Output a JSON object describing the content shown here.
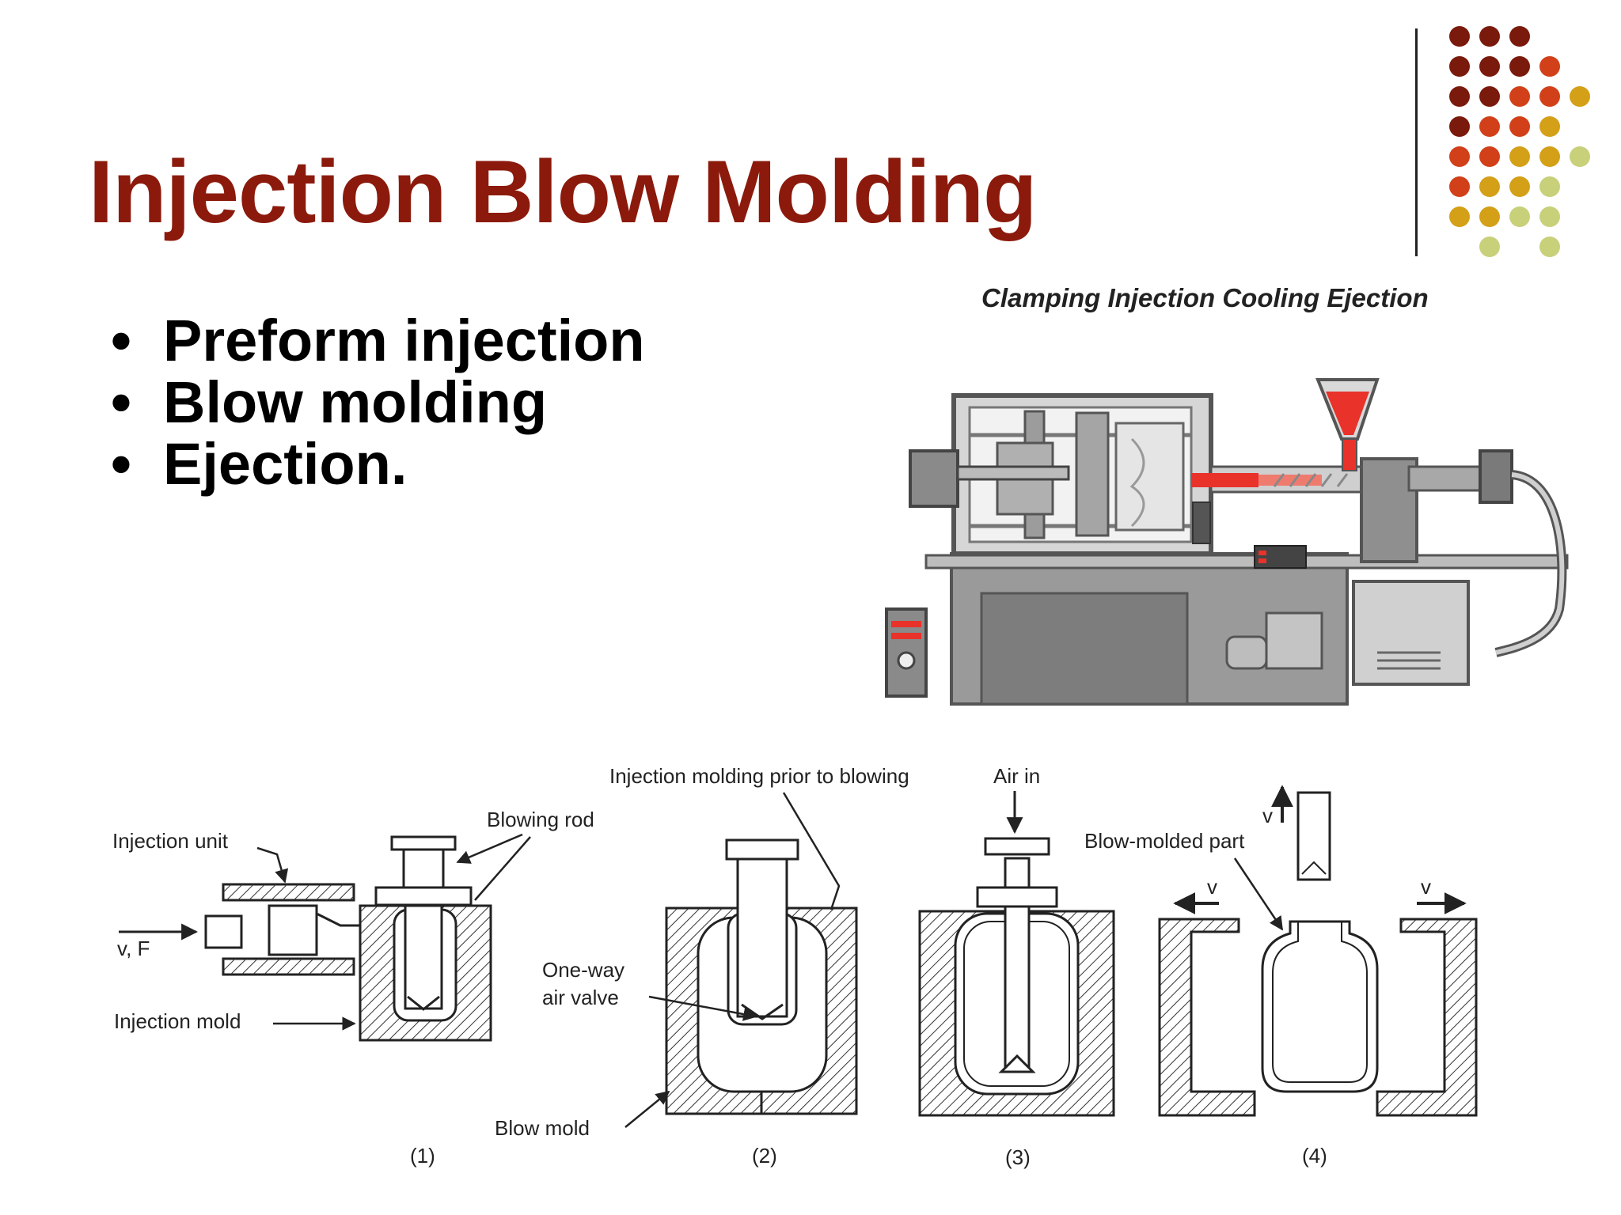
{
  "slide": {
    "title": "Injection Blow Molding",
    "bullets": [
      "Preform injection",
      "Blow molding",
      "Ejection."
    ],
    "bullet_glyph": "•"
  },
  "machine_figure": {
    "caption": "Clamping Injection Cooling Ejection"
  },
  "process_figure": {
    "labels": {
      "injection_unit": "Injection unit",
      "vf": "v, F",
      "injection_mold": "Injection mold",
      "blowing_rod": "Blowing rod",
      "injection_prior": "Injection molding prior to blowing",
      "one_way": "One-way",
      "air_valve": "air valve",
      "blow_mold": "Blow mold",
      "air_in": "Air in",
      "blow_molded_part": "Blow-molded part",
      "v": "v"
    },
    "steps": [
      "(1)",
      "(2)",
      "(3)",
      "(4)"
    ]
  },
  "colors": {
    "title": "#8b1a0c",
    "dot_dark": "#7a1a0c",
    "dot_red": "#d2401a",
    "dot_gold": "#d4a017",
    "dot_olive": "#c9d07a",
    "machine_gray": "#8c8c8c",
    "melt_red": "#e8322a"
  }
}
